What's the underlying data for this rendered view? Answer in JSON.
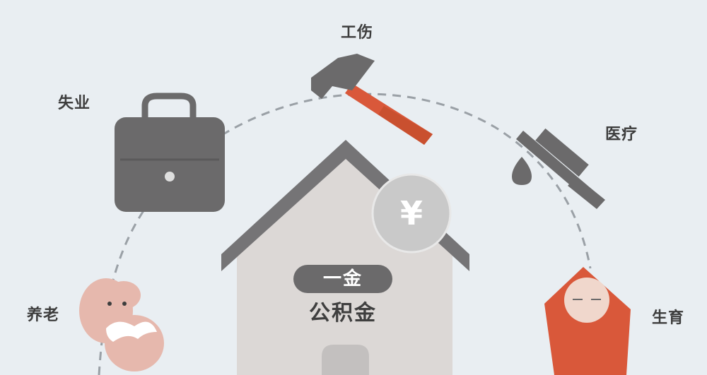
{
  "labels": {
    "injury": "工伤",
    "unemployment": "失业",
    "medical": "医疗",
    "pension": "养老",
    "maternity": "生育"
  },
  "house": {
    "tag": "一金",
    "title": "公积金",
    "coin_symbol": "¥"
  },
  "colors": {
    "background": "#e9eef2",
    "dark_gray": "#6b6a6b",
    "orange": "#d9583a",
    "pink": "#e6b8ad",
    "house_wall": "#dcd8d6",
    "coin": "#c9c9c9"
  }
}
